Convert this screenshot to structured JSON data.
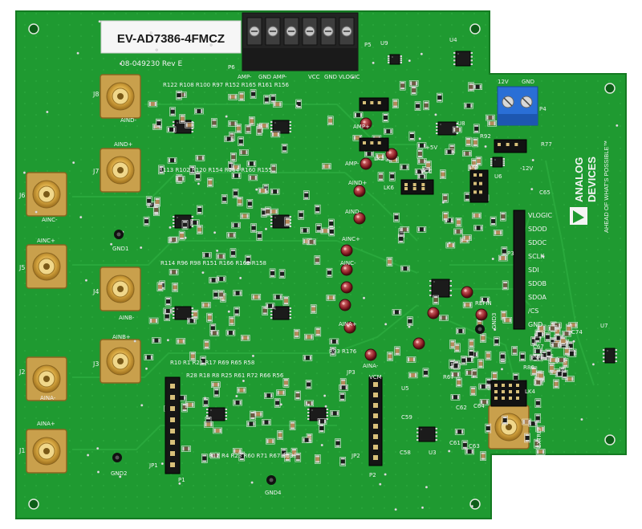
{
  "board_label": "EV-AD7386-4FMCZ",
  "board_rev": "08-049230 Rev E",
  "brand": {
    "line1": "ANALOG",
    "line2": "DEVICES",
    "tagline": "AHEAD OF WHAT'S POSSIBLE™"
  },
  "terminal_p6_labels": [
    "AMP-",
    "GND",
    "AMP-",
    "VCC",
    "GND",
    "VLOGIC"
  ],
  "terminal_p4_labels": [
    "12V",
    "GND"
  ],
  "connectors": [
    {
      "id": "J8",
      "text": "J8",
      "sub": "AIND-"
    },
    {
      "id": "J7",
      "text": "J7",
      "sub": "AIND+"
    },
    {
      "id": "J6",
      "text": "J6",
      "sub": "AINC-"
    },
    {
      "id": "J5",
      "text": "J5",
      "sub": "AINC+"
    },
    {
      "id": "J4",
      "text": "J4",
      "sub": "AINB-"
    },
    {
      "id": "J3",
      "text": "J3",
      "sub": "AINB+"
    },
    {
      "id": "J2",
      "text": "J2",
      "sub": "AINA-"
    },
    {
      "id": "J1",
      "text": "J1",
      "sub": "AINA+"
    },
    {
      "id": "EXTREF",
      "text": "",
      "sub": "EXTREF"
    }
  ],
  "header_p3_labels": [
    "VLOGIC",
    "SDOD",
    "SDOC",
    "SCLK",
    "SDI",
    "SDOB",
    "SDOA",
    "/CS",
    "GND"
  ],
  "gnd_labels": [
    "GND1",
    "GND2",
    "GND4",
    "GND3"
  ],
  "ref_labels": [
    "R122 R108 R100 R97 R152 R165 R161 R156",
    "R113 R102 R120 R154 R164 R160 R155",
    "R114 R96 R98 R151 R166 R162 R158",
    "R10 R1 R21 R17 R69 R65 R58",
    "R28 R18 R8 R25 R61 R72 R66 R56",
    "R12 R4 R23 R60 R71 R67 R63",
    "P1",
    "P2",
    "P3",
    "P4",
    "P5",
    "P6",
    "U3",
    "U4",
    "U5",
    "U6",
    "U7",
    "U8",
    "U9",
    "LK2",
    "LK4",
    "LK5",
    "LK6",
    "JP1",
    "JP2",
    "JP3",
    "+5V",
    "-12V",
    "VCC",
    "REFIN",
    "VCM",
    "AINA+",
    "AINA-",
    "AINC+",
    "AINC-",
    "AIND+",
    "AIND-",
    "AMP+",
    "AMP-",
    "R92",
    "R77",
    "C65",
    "C74",
    "R88",
    "R86",
    "R67",
    "C67",
    "C58",
    "C59",
    "C61",
    "C62",
    "C63",
    "C64",
    "R176",
    "R93"
  ]
}
